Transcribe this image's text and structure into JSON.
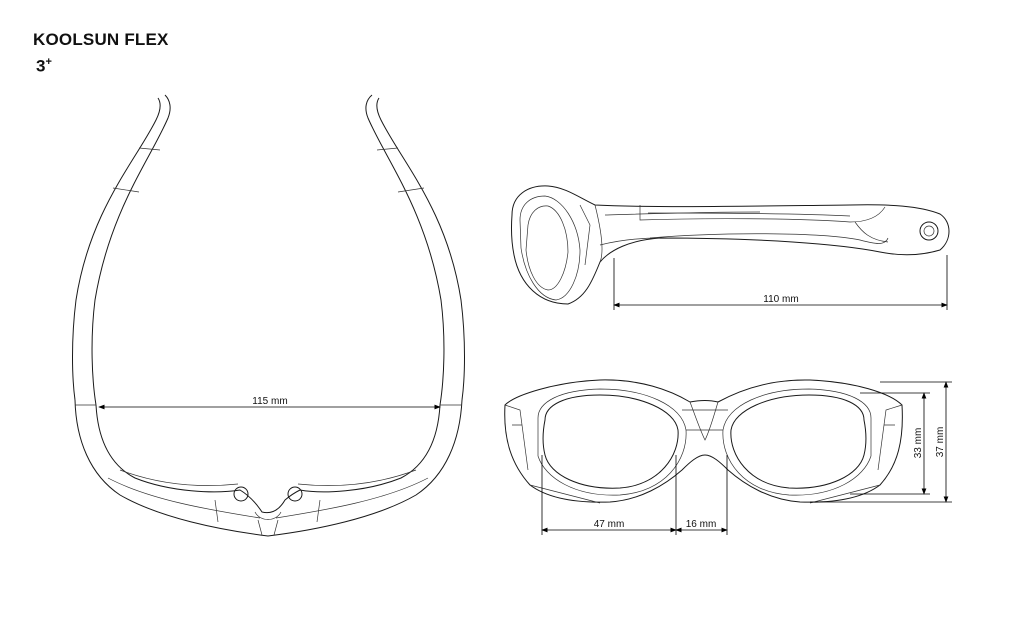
{
  "header": {
    "product_name": "KOOLSUN FLEX",
    "age_number": "3",
    "age_suffix": "+"
  },
  "dimensions": {
    "width_top_view": "115 mm",
    "temple_length": "110 mm",
    "lens_width": "47 mm",
    "bridge_width": "16 mm",
    "lens_height": "33 mm",
    "frame_height": "37 mm"
  }
}
